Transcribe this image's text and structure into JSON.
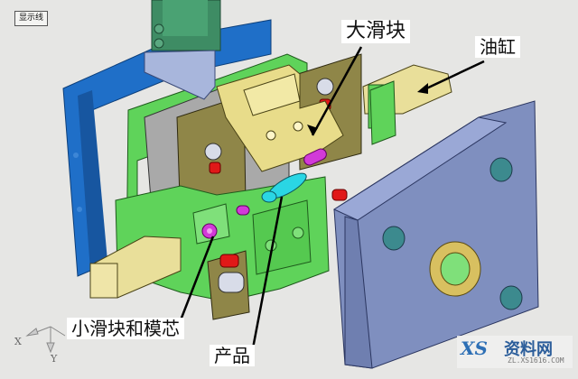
{
  "toolbar": {
    "display_button_label": "显示线"
  },
  "labels": {
    "big_slider": "大滑块",
    "oil_cylinder": "油缸",
    "small_slider_and_core": "小滑块和模芯",
    "product": "产品"
  },
  "axis_indicator": {
    "x": "X",
    "y": "Y"
  },
  "watermark": {
    "logo": "XS",
    "title": "资料网",
    "url": "ZL.XS1616.COM"
  },
  "colors": {
    "background": "#e6e6e4",
    "mold_base_blue": "#1f6fc8",
    "plate_green": "#5fd35a",
    "plate_gray": "#a8a8a8",
    "slider_olive": "#8f8648",
    "slider_yellow": "#e8dc8a",
    "cylinder_yellow": "#e9df9a",
    "clamp_plate": "#7f8fbf",
    "motor_green": "#3e8c64",
    "red_parts": "#e01818",
    "magenta_parts": "#d23ad8",
    "product_cyan": "#2ad6e4",
    "locating_ring": "#d8c060"
  }
}
